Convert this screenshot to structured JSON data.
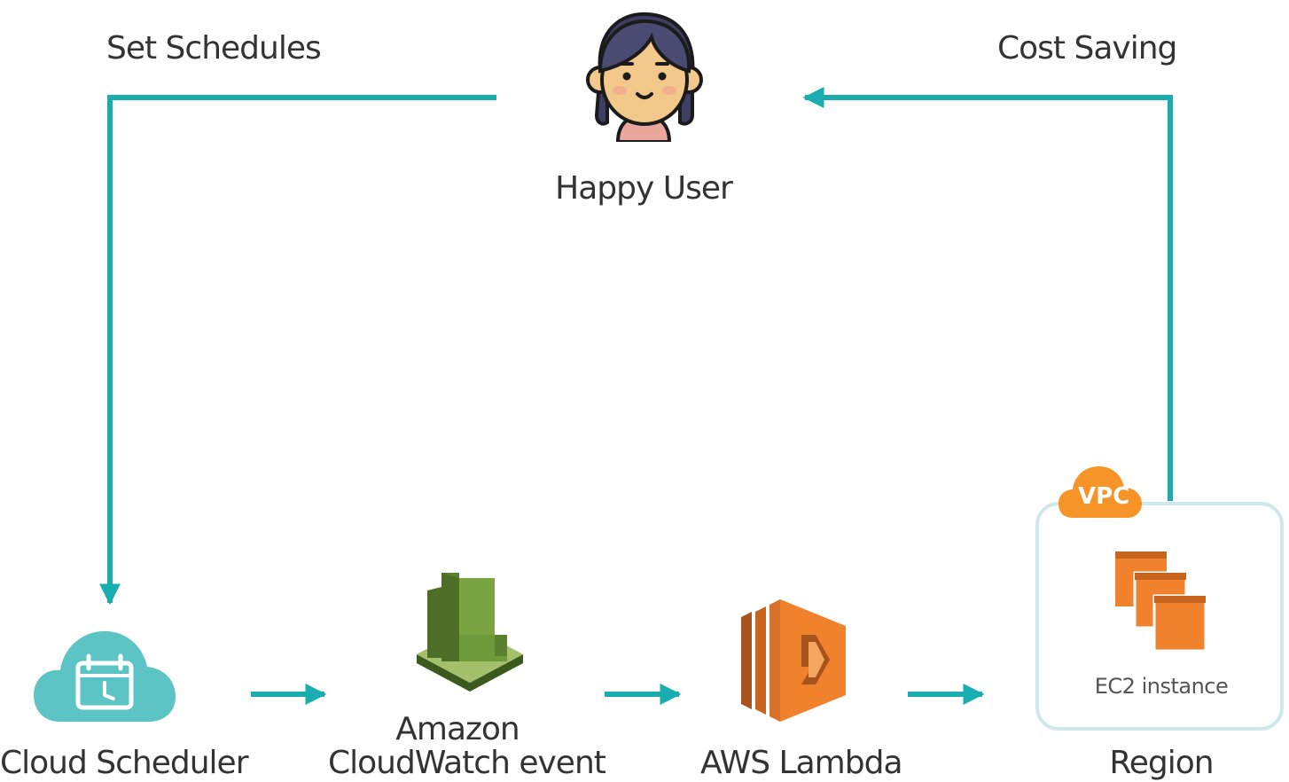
{
  "labels": {
    "set_schedules": "Set Schedules",
    "cost_saving": "Cost Saving",
    "happy_user": "Happy User",
    "cloud_scheduler": "Cloud Scheduler",
    "cloudwatch_line1": "Amazon",
    "cloudwatch_line2": "CloudWatch event",
    "aws_lambda": "AWS Lambda",
    "region": "Region",
    "vpc_badge": "VPC",
    "ec2_instance": "EC2 instance"
  },
  "colors": {
    "connector": "#1aadb0",
    "cloud_scheduler": "#5cc4c4",
    "cloudwatch_green": "#6f9a3c",
    "lambda_orange": "#f0812d",
    "vpc_orange": "#f79428",
    "region_border": "#cfe9ea"
  },
  "icons": {
    "user": "happy-user-avatar-icon",
    "scheduler": "cloud-calendar-clock-icon",
    "cloudwatch": "cloudwatch-icon",
    "lambda": "lambda-icon",
    "vpc": "vpc-cloud-badge-icon",
    "ec2": "ec2-instances-icon"
  }
}
